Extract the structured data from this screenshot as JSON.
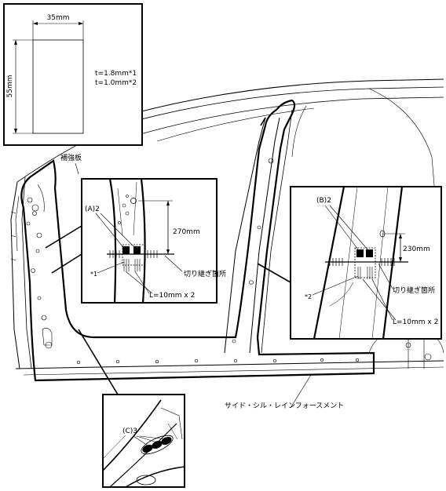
{
  "reinforcement_plate": {
    "width_dim": "35mm",
    "height_dim": "55mm",
    "thickness_1": "t=1.8mm*1",
    "thickness_2": "t=1.0mm*2",
    "caption": "補強板"
  },
  "detail_a": {
    "label": "(A)2",
    "note": "*1",
    "distance": "270mm",
    "cut_label": "切り継ぎ箇所",
    "weld_spec": "L=10mm x 2"
  },
  "detail_b": {
    "label": "(B)2",
    "note": "*2",
    "distance": "230mm",
    "cut_label": "切り継ぎ箇所",
    "weld_spec": "L=10mm x 2"
  },
  "detail_c": {
    "label": "(C)3"
  },
  "sill_label": "サイド・シル・レインフォースメント"
}
